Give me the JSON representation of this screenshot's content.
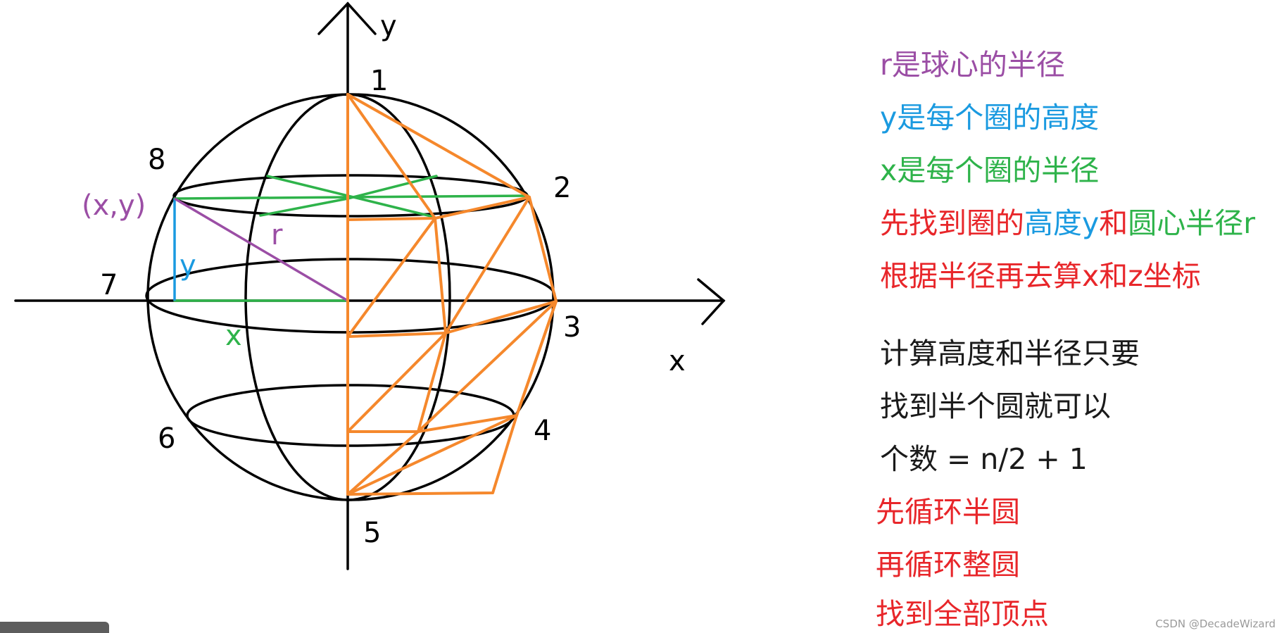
{
  "diagram": {
    "axis_labels": {
      "x": "x",
      "y": "y"
    },
    "point_labels": [
      "1",
      "2",
      "3",
      "4",
      "5",
      "6",
      "7",
      "8"
    ],
    "point_coord_label": "(x,y)",
    "segment_labels": {
      "r": "r",
      "y": "y",
      "x": "x"
    },
    "colors": {
      "outline": "#000000",
      "mesh": "#f5882c",
      "radius": "#9b4ea5",
      "height": "#1a9ae0",
      "ring": "#2eb34a",
      "emphasis": "#e8262a"
    }
  },
  "notes": {
    "line1": {
      "r": "r是球心的半径"
    },
    "line2": {
      "y": "y是每个圈的高度"
    },
    "line3": {
      "x": "x是每个圈的半径"
    },
    "line4": {
      "a": "先找到圈的",
      "b": "高度y",
      "c": "和",
      "d": "圆心半径r"
    },
    "line5": {
      "text": "根据半径再去算x和z坐标"
    },
    "line6": {
      "text": "计算高度和半径只要"
    },
    "line7": {
      "text": "找到半个圆就可以"
    },
    "line8": {
      "text": "个数 = n/2 + 1"
    },
    "line9": {
      "text": "先循环半圆"
    },
    "line10": {
      "text": "再循环整圆"
    },
    "line11": {
      "text": "找到全部顶点"
    }
  },
  "watermark": "CSDN @DecadeWizard"
}
